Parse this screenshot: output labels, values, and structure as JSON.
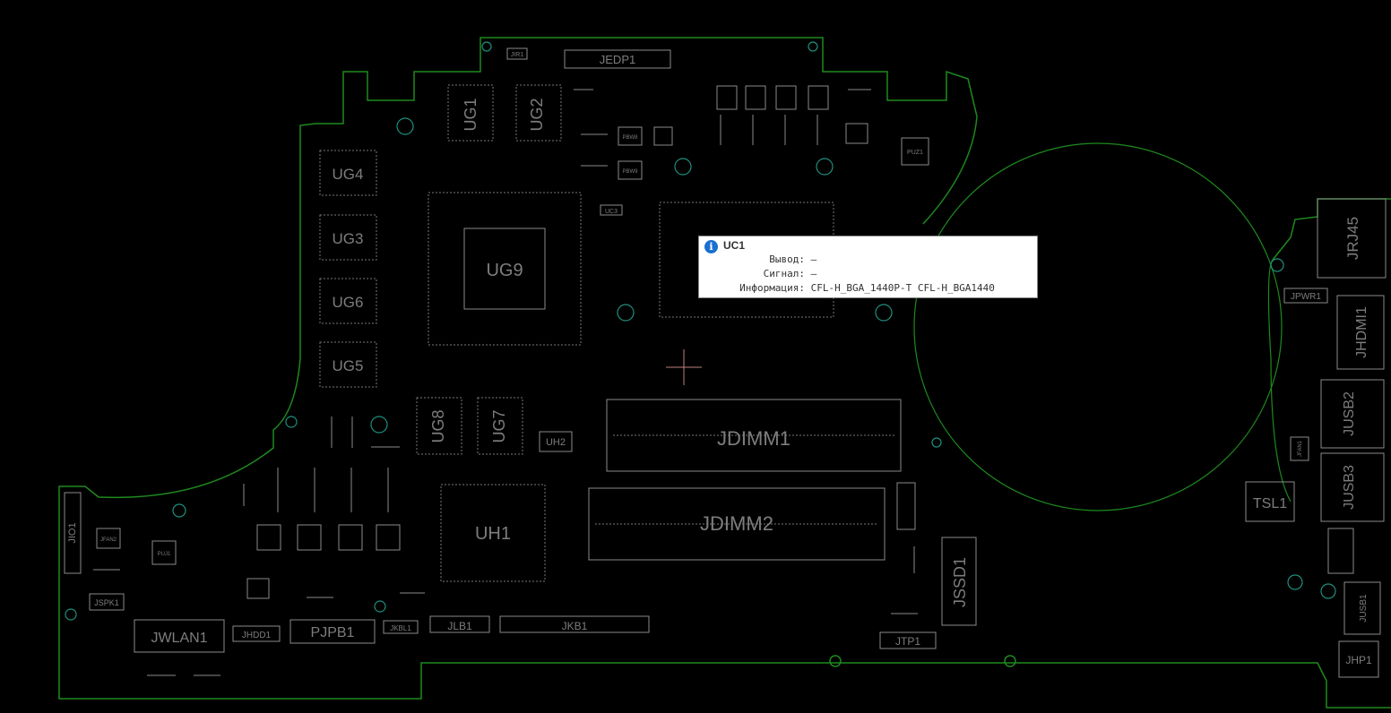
{
  "board": {
    "components": [
      "JEDP1",
      "JIR1",
      "UG1",
      "UG2",
      "UG4",
      "UG3",
      "UG6",
      "UG5",
      "UG9",
      "UC1",
      "UC3",
      "UG8",
      "UG7",
      "UH2",
      "UH1",
      "JDIMM1",
      "JDIMM2",
      "JSSD1",
      "JTP1",
      "JKB1",
      "JLB1",
      "JKBL1",
      "PJPB1",
      "JHDD1",
      "JWLAN1",
      "JSPK1",
      "JIO1",
      "JFAN2",
      "PUJ1",
      "PUZ1",
      "JRJ45",
      "JPWR1",
      "JHDMI1",
      "JUSB2",
      "JUSB3",
      "JUSB1",
      "TSL1",
      "JFAN1",
      "JHP1",
      "PBW8",
      "PBW9"
    ]
  },
  "tooltip": {
    "title": "UC1",
    "icon": "info-icon",
    "rows": [
      {
        "key": "Вывод:",
        "value": "—"
      },
      {
        "key": "Сигнал:",
        "value": "—"
      },
      {
        "key": "Информация:",
        "value": "CFL-H_BGA_1440P-T CFL-H_BGA1440"
      }
    ]
  },
  "colors": {
    "outline": "#1e8a1e",
    "component": "#8a8a8a",
    "background": "#000000"
  }
}
